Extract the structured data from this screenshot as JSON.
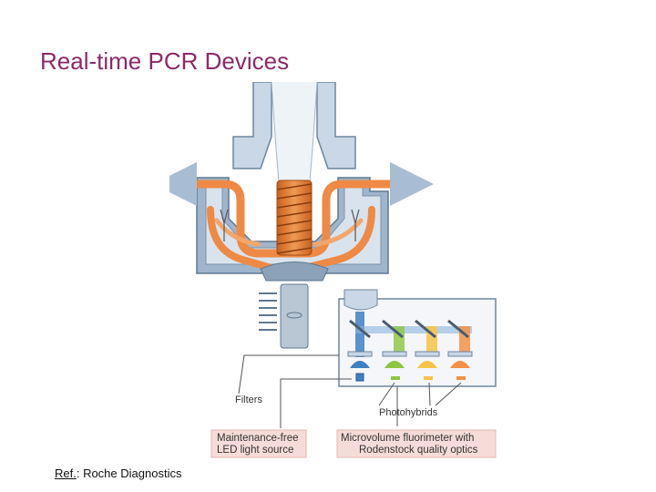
{
  "slide": {
    "title": "Real-time PCR Devices",
    "ref_prefix": "Ref.",
    "ref_text": ": Roche Diagnostics"
  },
  "diagram": {
    "labels": {
      "filters": "Filters",
      "photohybrids": "Photohybrids",
      "led_line1": "Maintenance-free",
      "led_line2": "LED light source",
      "fluor_line1": "Microvolume fluorimeter with",
      "fluor_line2": "Rodenstock quality optics"
    },
    "colors": {
      "title": "#8b2a6a",
      "housing": "#a9bdd2",
      "airflow": "#ee8a45",
      "coil": "#e07a30",
      "label_box": "#f6dcd8",
      "optics_blue": "#3f7fc4",
      "optics_green": "#8dc63f",
      "optics_yellow": "#f6c445",
      "optics_orange": "#f29045"
    }
  }
}
